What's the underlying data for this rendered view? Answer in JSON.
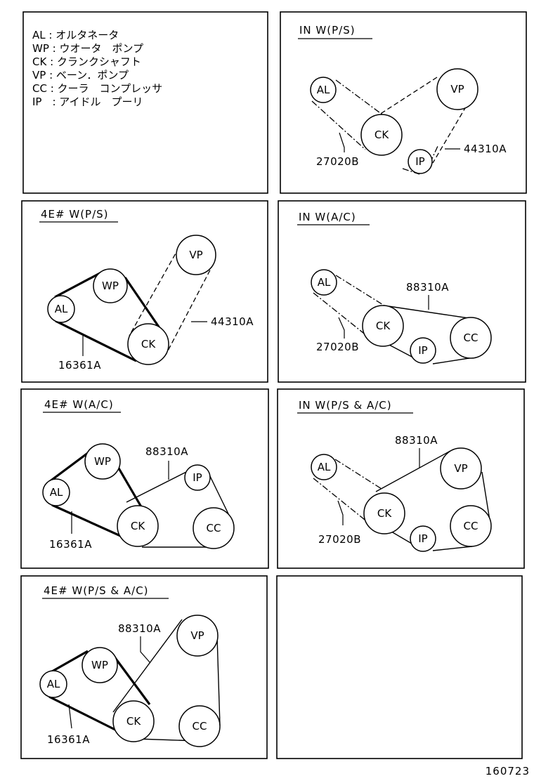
{
  "legend": [
    "AL : オルタネータ",
    "WP : ウオータ　ポンプ",
    "CK : クランクシャフト",
    "VP : ベーン．ポンプ",
    "CC : クーラ　コンプレッサ",
    "IP　: アイドル　プーリ"
  ],
  "pulleys": {
    "AL": "AL",
    "WP": "WP",
    "CK": "CK",
    "VP": "VP",
    "CC": "CC",
    "IP": "IP"
  },
  "panels": {
    "p1": {
      "title": "IN W(P/S)",
      "parts": [
        "27020B",
        "44310A"
      ]
    },
    "p2": {
      "title": "4E# W(P/S)",
      "parts": [
        "16361A",
        "44310A"
      ]
    },
    "p3": {
      "title": "IN W(A/C)",
      "parts": [
        "88310A",
        "27020B"
      ]
    },
    "p4": {
      "title": "4E# W(A/C)",
      "parts": [
        "88310A",
        "16361A"
      ]
    },
    "p5": {
      "title": "IN W(P/S & A/C)",
      "parts": [
        "88310A",
        "27020B"
      ]
    },
    "p6": {
      "title": "4E# W(P/S & A/C)",
      "parts": [
        "88310A",
        "16361A"
      ]
    }
  },
  "footer": {
    "code": "160723"
  }
}
